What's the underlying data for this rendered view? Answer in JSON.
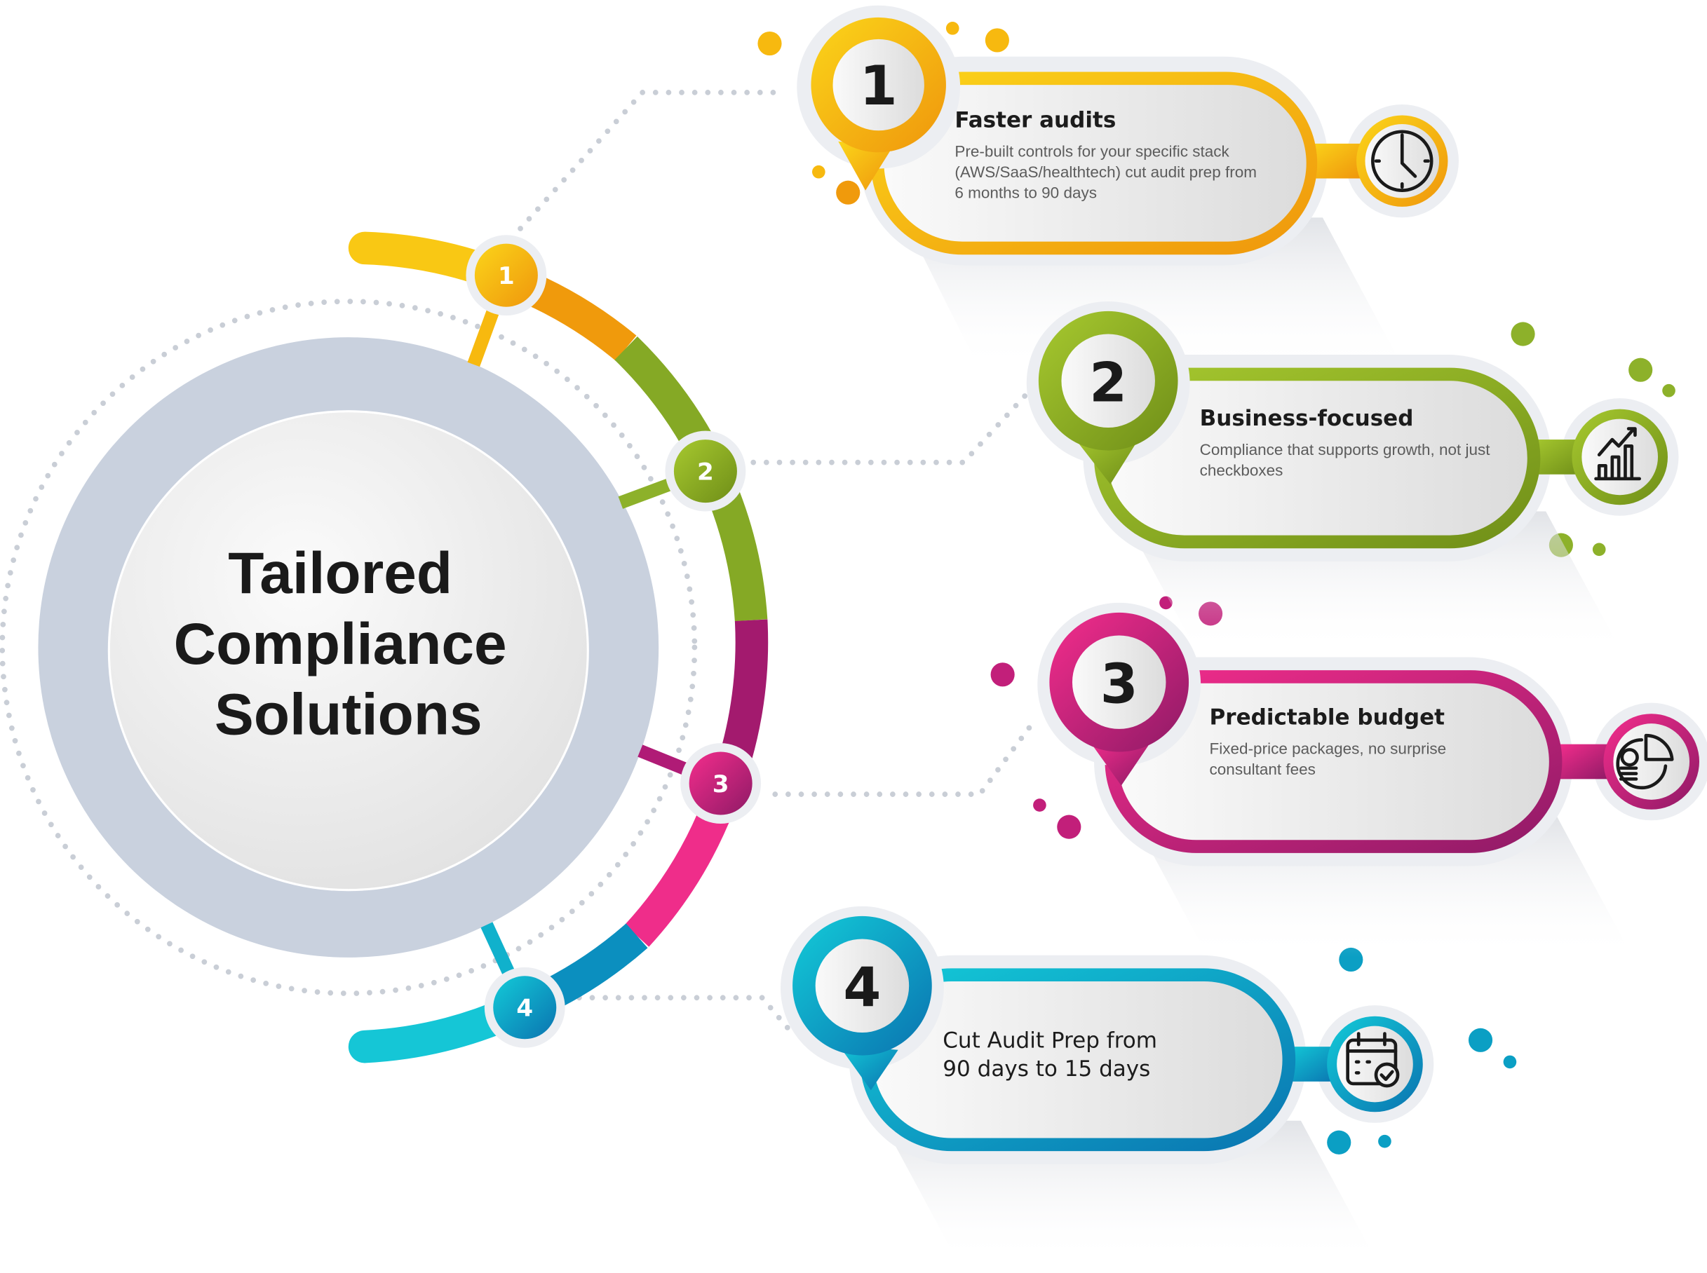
{
  "center": {
    "lines": [
      "Tailored",
      "Compliance",
      "Solutions"
    ]
  },
  "colors": {
    "yellow": "#f9c814",
    "orange": "#f09a0c",
    "green": "#8db12a",
    "magenta": "#a31a6e",
    "pink": "#ef2d8a",
    "blue": "#0b9fc4",
    "cyan": "#15c6d6",
    "ring": "#c9d1de"
  },
  "steps": [
    {
      "number": "1",
      "title": "Faster audits",
      "description": [
        "Pre-built controls for your specific stack",
        "(AWS/SaaS/healthtech) cut audit prep from",
        "6 months to 90 days"
      ],
      "icon": "clock-icon"
    },
    {
      "number": "2",
      "title": "Business-focused",
      "description": [
        "Compliance that supports growth, not just",
        "checkboxes"
      ],
      "icon": "growth-chart-icon"
    },
    {
      "number": "3",
      "title": "Predictable budget",
      "description": [
        "Fixed-price packages, no surprise",
        "consultant fees"
      ],
      "icon": "budget-pie-icon"
    },
    {
      "number": "4",
      "title": [
        "Cut Audit Prep from",
        "90 days to 15 days"
      ],
      "description": [],
      "icon": "calendar-check-icon"
    }
  ]
}
